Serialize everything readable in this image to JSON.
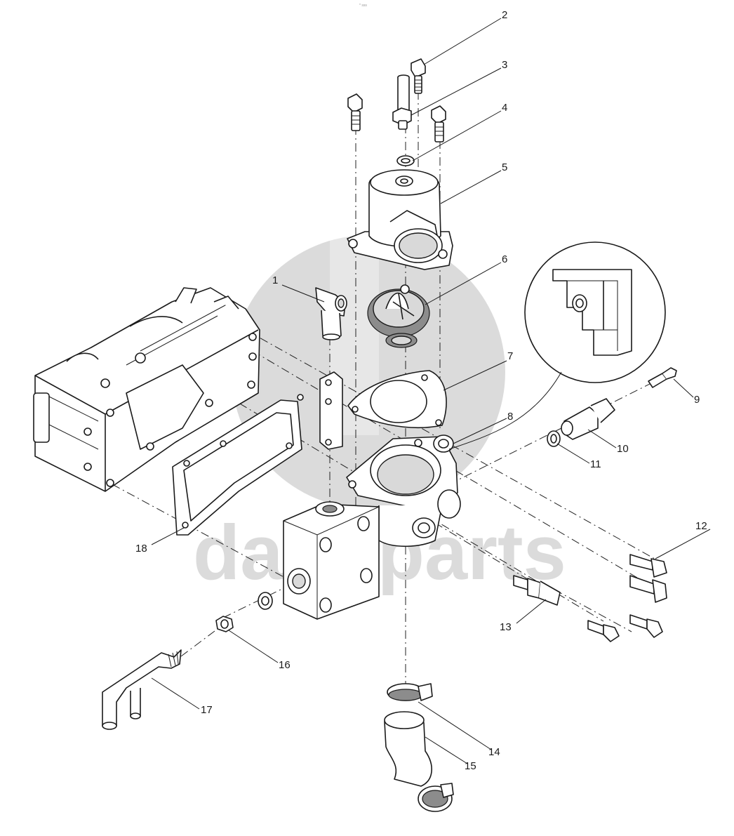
{
  "watermark": {
    "text": "data-parts"
  },
  "top_mark": "* sss",
  "callouts": [
    {
      "id": "callout-1",
      "number": "1"
    },
    {
      "id": "callout-2",
      "number": "2"
    },
    {
      "id": "callout-3",
      "number": "3"
    },
    {
      "id": "callout-4",
      "number": "4"
    },
    {
      "id": "callout-5",
      "number": "5"
    },
    {
      "id": "callout-6",
      "number": "6"
    },
    {
      "id": "callout-7",
      "number": "7"
    },
    {
      "id": "callout-8",
      "number": "8"
    },
    {
      "id": "callout-9",
      "number": "9"
    },
    {
      "id": "callout-10",
      "number": "10"
    },
    {
      "id": "callout-11",
      "number": "11"
    },
    {
      "id": "callout-12",
      "number": "12"
    },
    {
      "id": "callout-13",
      "number": "13"
    },
    {
      "id": "callout-14",
      "number": "14"
    },
    {
      "id": "callout-15",
      "number": "15"
    },
    {
      "id": "callout-16",
      "number": "16"
    },
    {
      "id": "callout-17",
      "number": "17"
    },
    {
      "id": "callout-18",
      "number": "18"
    }
  ]
}
